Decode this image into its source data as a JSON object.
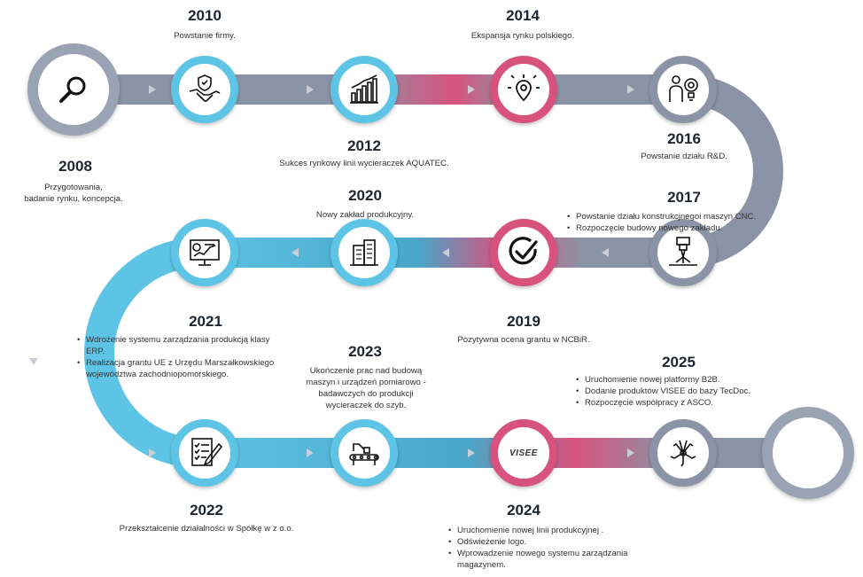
{
  "milestones": {
    "y2008": {
      "year": "2008",
      "desc_lines": [
        "Przygotowania,",
        "badanie rynku, koncepcja."
      ],
      "icon": "magnifier-icon"
    },
    "y2010": {
      "year": "2010",
      "desc": "Powstanie firmy.",
      "icon": "handshake-icon"
    },
    "y2012": {
      "year": "2012",
      "desc": "Sukces rynkowy linii wycieraczek AQUATEC.",
      "icon": "bar-chart-icon"
    },
    "y2014": {
      "year": "2014",
      "desc": "Ekspansja rynku polskiego.",
      "icon": "location-pin-icon"
    },
    "y2016": {
      "year": "2016",
      "desc": "Powstanie działu R&D.",
      "icon": "research-icon"
    },
    "y2017": {
      "year": "2017",
      "items": [
        "Powstanie działu konstrukcjnegoi maszyn CNC.",
        "Rozpoczęcie budowy nowego zakładu."
      ],
      "icon": "cnc-machine-icon"
    },
    "y2019": {
      "year": "2019",
      "desc": "Pozytywna ocena grantu w NCBiR.",
      "icon": "checkmark-icon"
    },
    "y2020": {
      "year": "2020",
      "desc": "Nowy zakład produkcyjny.",
      "icon": "building-icon"
    },
    "y2021": {
      "year": "2021",
      "items": [
        "Wdrożenie systemu zarządzania produkcją klasy ERP.",
        "Realizacja grantu UE z Urzędu Marszałkowskiego województwa zachodniopomorskiego."
      ],
      "icon": "monitor-chart-icon"
    },
    "y2022": {
      "year": "2022",
      "desc": "Przekształcenie działalności w Spółkę w z o.o.",
      "icon": "document-pen-icon"
    },
    "y2023": {
      "year": "2023",
      "desc_lines": [
        "Ukończenie prac nad budową",
        "maszyn i urządzeń pomiarowo -",
        "badawczych do produkcji",
        "wycieraczek do szyb."
      ],
      "icon": "production-line-icon"
    },
    "y2024": {
      "year": "2024",
      "items": [
        "Uruchomienie nowej linii produkcyjnej .",
        "Odświeżenie logo.",
        "Wprowadzenie nowego  systemu zarządzania magazynem."
      ],
      "logo_text": "VISEE",
      "icon": "visee-logo"
    },
    "y2025": {
      "year": "2025",
      "items": [
        "Uruchomienie nowej platformy B2B.",
        "Dodanie produktów VISEE do bazy TecDoc.",
        "Rozpoczęcie współpracy z ASCO."
      ],
      "icon": "team-hands-icon"
    }
  },
  "colors": {
    "gray": "#8b94a6",
    "pink": "#d7537d",
    "blue": "#5ec4e6"
  }
}
